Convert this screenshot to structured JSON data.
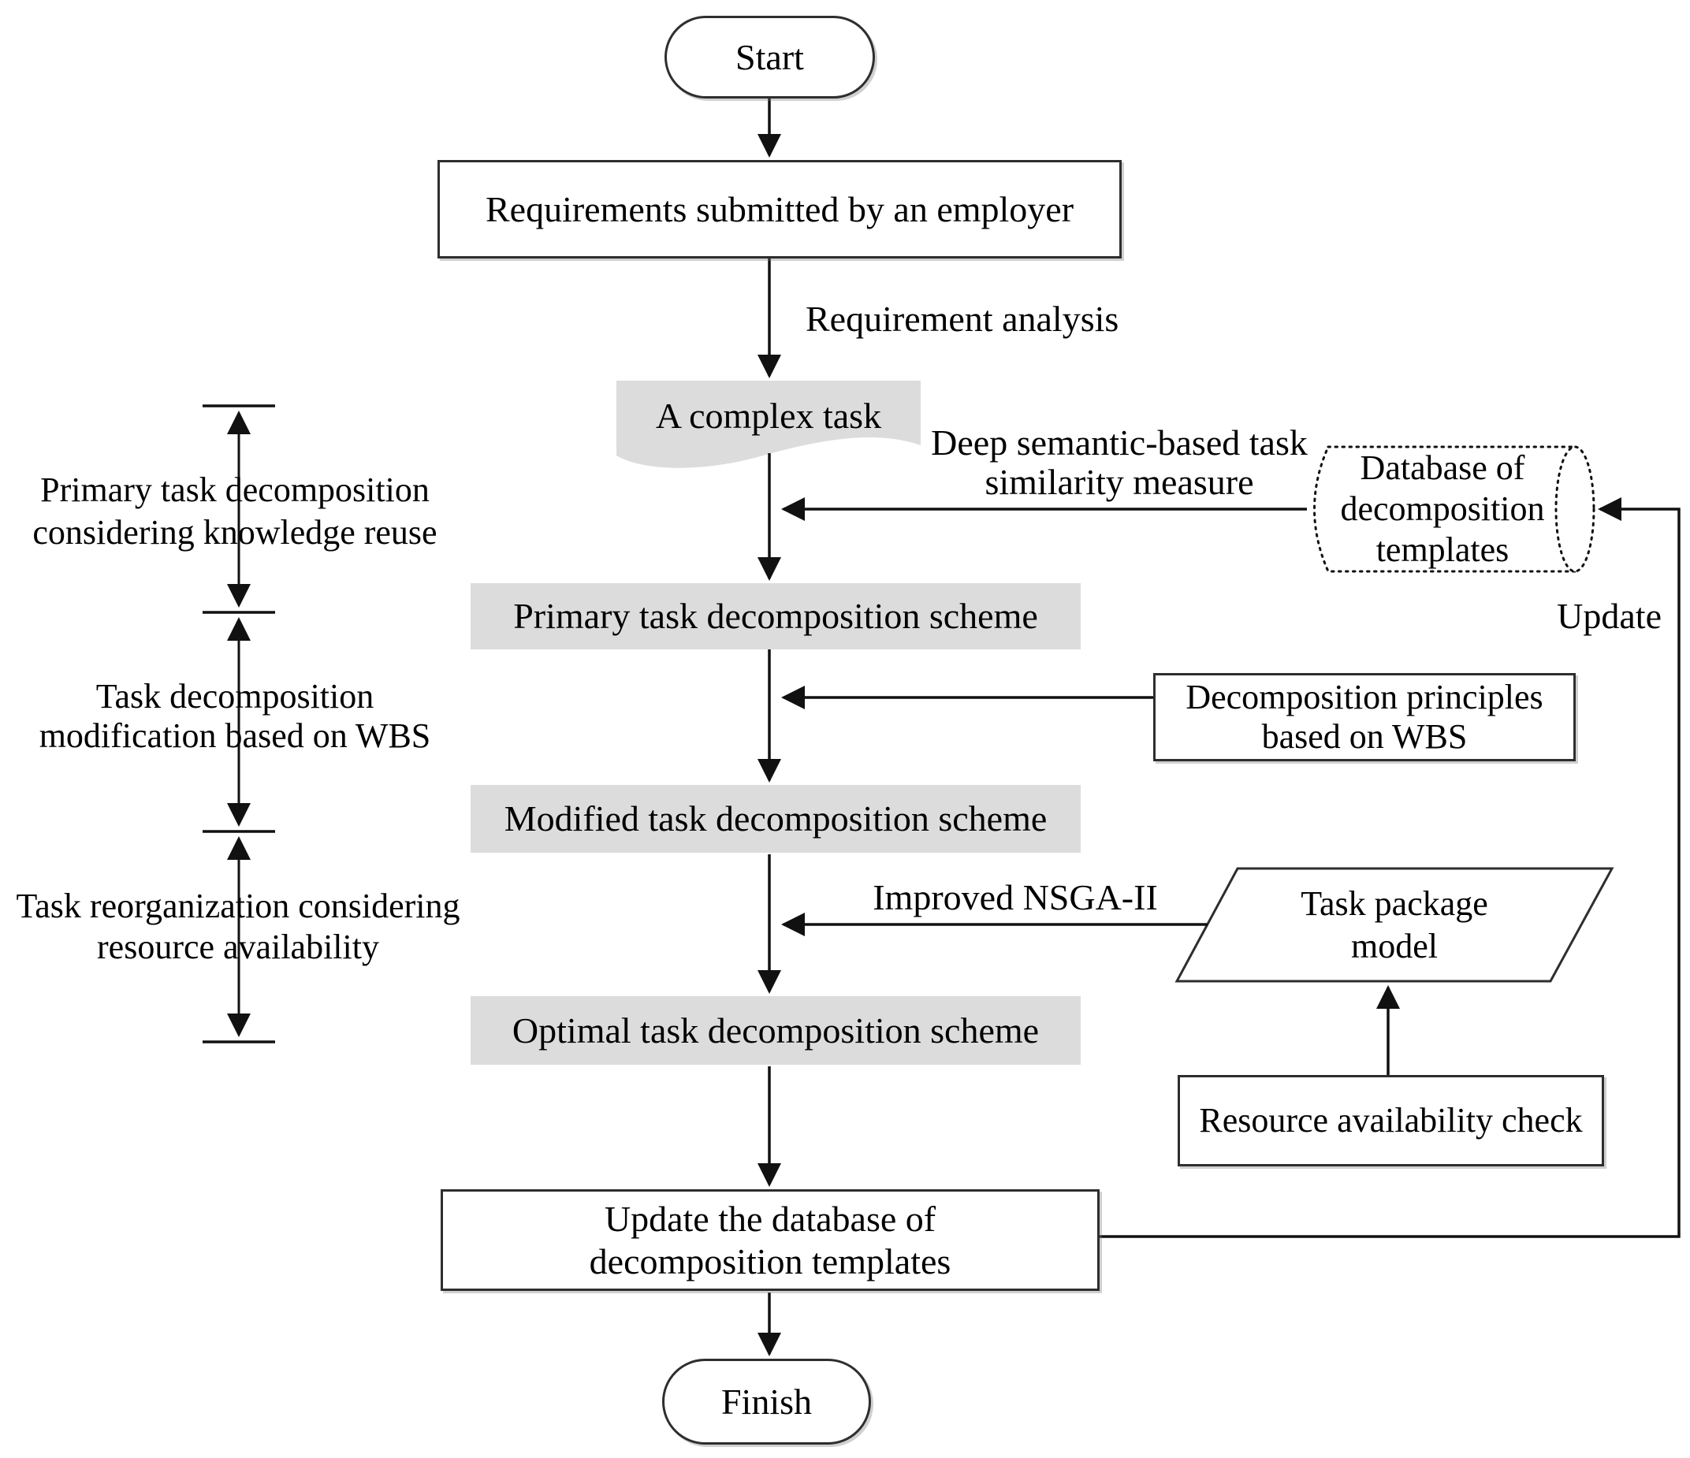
{
  "nodes": {
    "start": {
      "label": "Start"
    },
    "requirements": {
      "label": "Requirements submitted by an employer"
    },
    "complex_task": {
      "label": "A complex task"
    },
    "database": {
      "lines": [
        "Database of",
        "decomposition",
        "templates"
      ]
    },
    "primary_scheme": {
      "label": "Primary task decomposition scheme"
    },
    "principles": {
      "lines": [
        "Decomposition principles",
        "based on WBS"
      ]
    },
    "modified_scheme": {
      "label": "Modified task decomposition scheme"
    },
    "task_package": {
      "lines": [
        "Task package",
        "model"
      ]
    },
    "optimal_scheme": {
      "label": "Optimal task decomposition scheme"
    },
    "resource_check": {
      "label": "Resource availability check"
    },
    "update_db": {
      "lines": [
        "Update the database of",
        "decomposition templates"
      ]
    },
    "finish": {
      "label": "Finish"
    }
  },
  "edge_labels": {
    "requirement_analysis": "Requirement analysis",
    "similarity_lines": [
      "Deep semantic-based task",
      "similarity measure"
    ],
    "improved_nsga": "Improved NSGA-II",
    "update": "Update"
  },
  "annotations": [
    {
      "lines": [
        "Primary task decomposition",
        "considering knowledge reuse"
      ]
    },
    {
      "lines": [
        "Task decomposition",
        "modification based on WBS"
      ]
    },
    {
      "lines": [
        "Task reorganization considering",
        "resource availability"
      ]
    }
  ],
  "colors": {
    "background": "#ffffff",
    "shaded_fill": "#dcdcdc",
    "box_border": "#2e2e2e",
    "line": "#111111",
    "text": "#000000"
  }
}
